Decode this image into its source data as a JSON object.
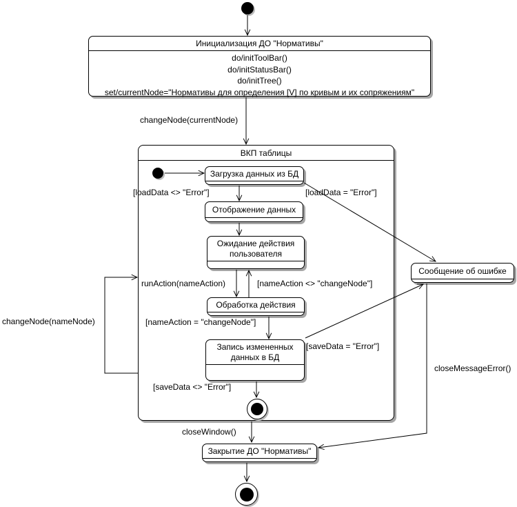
{
  "diagram": {
    "kind": "uml-state-diagram",
    "colors": {
      "background": "#ffffff",
      "line": "#000000",
      "state_fill": "#ffffff",
      "shadow": "#a6a6a6"
    },
    "states": {
      "init": {
        "name": "Инициализация ДО \"Нормативы\"",
        "actions": [
          "do/initToolBar()",
          "do/initStatusBar()",
          "do/initTree()",
          "set/currentNode=\"Нормативы для определения [V] по кривым и их сопряжениям\""
        ]
      },
      "vkp": {
        "name": "ВКП таблицы"
      },
      "load": {
        "name": "Загрузка данных из БД"
      },
      "display": {
        "name": "Отображение данных"
      },
      "wait": {
        "name": "Ожидание действия пользователя"
      },
      "process": {
        "name": "Обработка действия"
      },
      "save": {
        "name": "Запись измененных данных в БД"
      },
      "error_msg": {
        "name": "Сообщение об ошибке"
      },
      "close": {
        "name": "Закрытие ДО \"Нормативы\""
      }
    },
    "transitions": {
      "change_node_current": "changeNode(currentNode)",
      "load_ok": "[loadData <> \"Error\"]",
      "load_err": "[loadData = \"Error\"]",
      "run_action": "runAction(nameAction)",
      "action_not_change": "[nameAction <> \"changeNode\"]",
      "action_change": "[nameAction = \"changeNode\"]",
      "save_err": "[saveData = \"Error\"]",
      "save_ok": "[saveData <> \"Error\"]",
      "change_node_name": "changeNode(nameNode)",
      "close_window": "closeWindow()",
      "close_message_error": "closeMessageError()"
    }
  }
}
